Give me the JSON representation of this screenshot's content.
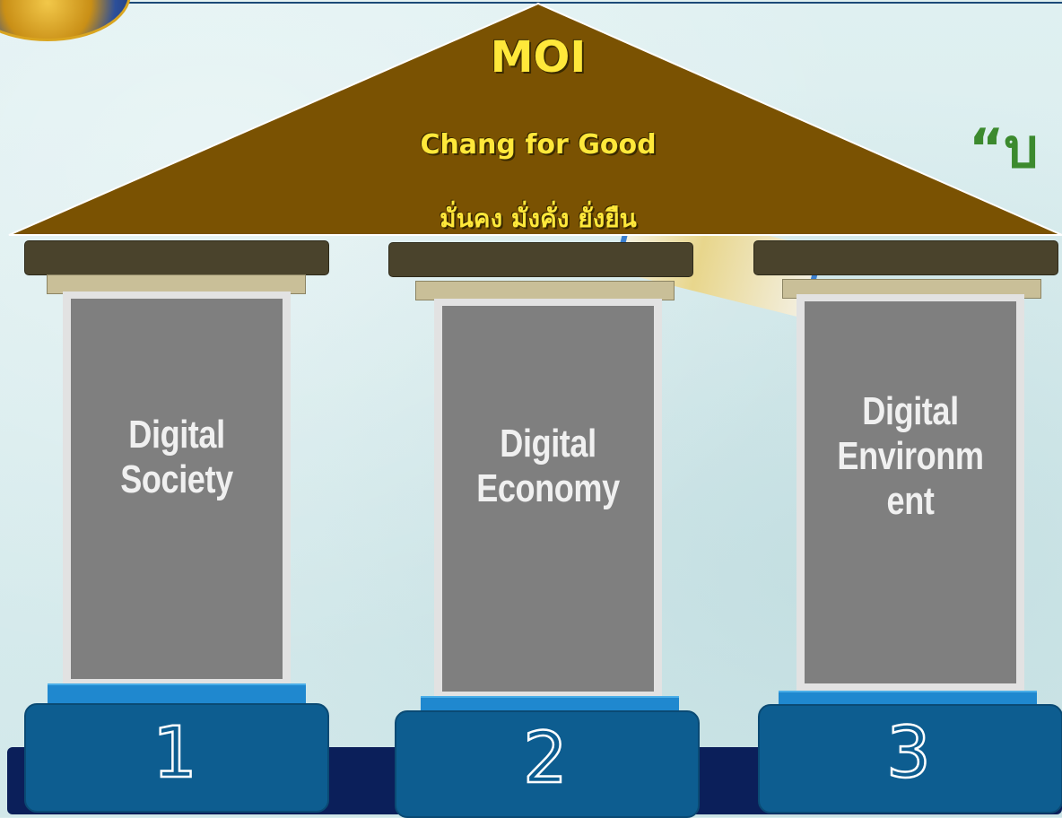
{
  "roof": {
    "title": "MOI",
    "subtitle_en": "Chang for Good",
    "subtitle_th": "มั่นคง มั่งคั่ง ยั่งยืน",
    "color": "#7a5202"
  },
  "side_heading": "“บ",
  "pillars": [
    {
      "label": "Digital\nSociety",
      "number": "1"
    },
    {
      "label": "Digital\nEconomy",
      "number": "2"
    },
    {
      "label": "Digital\nEnvironm\nent",
      "number": "3"
    }
  ],
  "colors": {
    "background": "#d7ecee",
    "roof": "#7a5202",
    "roof_text": "#ffe83a",
    "capital": "#4a432c",
    "column": "#7f7f7f",
    "base": "#0d5d90",
    "foundation": "#0b1f5a",
    "heading": "#3c8a2e"
  }
}
